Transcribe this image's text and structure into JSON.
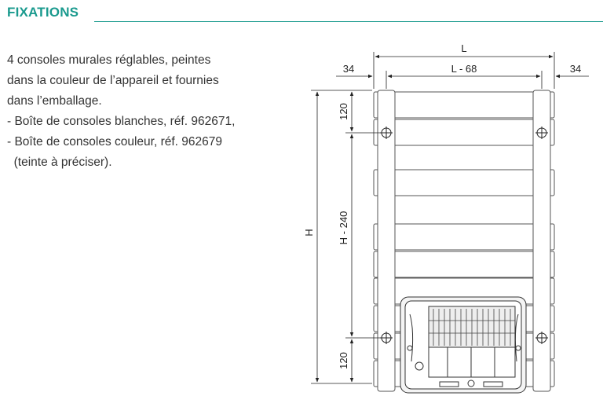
{
  "section": {
    "title": "FIXATIONS"
  },
  "description": {
    "lines": [
      "4 consoles murales réglables, peintes",
      "dans la couleur de l’appareil et fournies",
      "dans l’emballage.",
      "- Boîte de consoles blanches, réf. 962671,",
      "- Boîte de consoles couleur, réf. 962679",
      "  (teinte à préciser)."
    ]
  },
  "drawing": {
    "dim_L": "L",
    "dim_L_minus": "L - 68",
    "dim_left_offset": "34",
    "dim_right_offset": "34",
    "dim_H": "H",
    "dim_H_minus": "H - 240",
    "dim_top_120": "120",
    "dim_bottom_120": "120"
  },
  "colors": {
    "accent": "#1a9a8e",
    "text": "#333333",
    "line": "#222222"
  }
}
